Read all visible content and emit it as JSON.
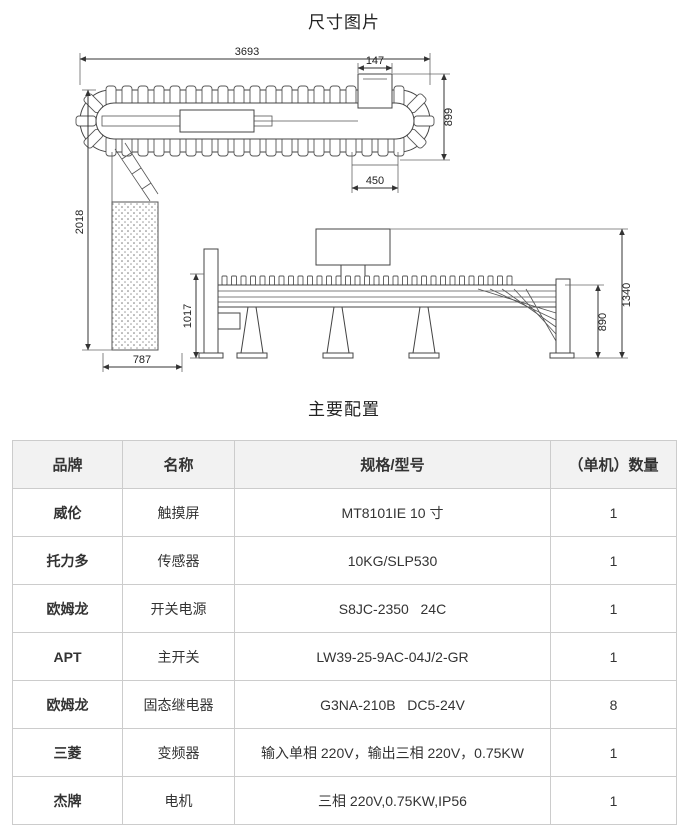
{
  "page": {
    "dimension_title": "尺寸图片",
    "config_title": "主要配置"
  },
  "drawing": {
    "dims": {
      "overall_length": "3693",
      "infeed_width": "147",
      "overall_width": "899",
      "outlet_width": "450",
      "drop_height": "2018",
      "base_width": "787",
      "infeed_height": "1017",
      "belt_height": "890",
      "overall_height": "1340"
    }
  },
  "table": {
    "headers": [
      "品牌",
      "名称",
      "规格/型号",
      "（单机）数量"
    ],
    "rows": [
      {
        "brand": "威伦",
        "name": "触摸屏",
        "spec": "MT8101IE 10 寸",
        "qty": "1"
      },
      {
        "brand": "托力多",
        "name": "传感器",
        "spec": "10KG/SLP530",
        "qty": "1"
      },
      {
        "brand": "欧姆龙",
        "name": "开关电源",
        "spec": "S8JC-2350   24C",
        "qty": "1"
      },
      {
        "brand": "APT",
        "name": "主开关",
        "spec": "LW39-25-9AC-04J/2-GR",
        "qty": "1"
      },
      {
        "brand": "欧姆龙",
        "name": "固态继电器",
        "spec": "G3NA-210B   DC5-24V",
        "qty": "8"
      },
      {
        "brand": "三菱",
        "name": "变频器",
        "spec": "输入单相 220V，输出三相 220V，0.75KW",
        "qty": "1"
      },
      {
        "brand": "杰牌",
        "name": "电机",
        "spec": "三相 220V,0.75KW,IP56",
        "qty": "1"
      }
    ]
  }
}
